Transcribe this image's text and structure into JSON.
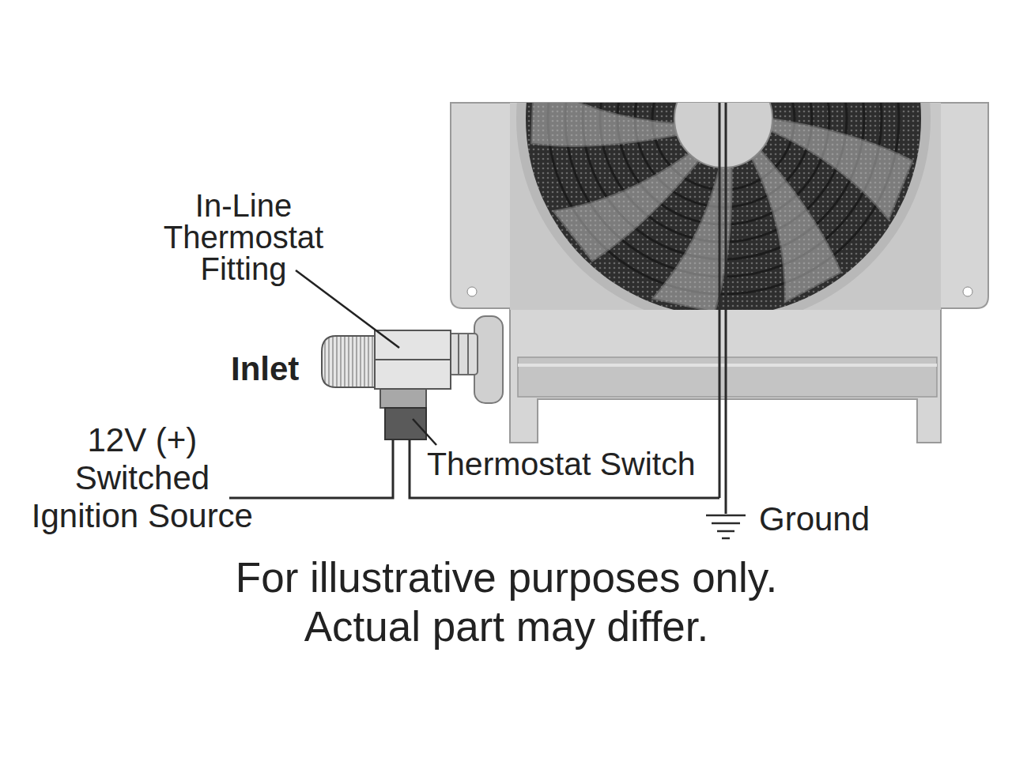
{
  "diagram": {
    "caption": "For illustrative purposes only. Actual part may differ.",
    "labels": [
      "In-Line Thermostat Fitting",
      "Inlet",
      "Thermostat Switch",
      "12V (+) Switched Ignition Source",
      "Ground"
    ]
  }
}
